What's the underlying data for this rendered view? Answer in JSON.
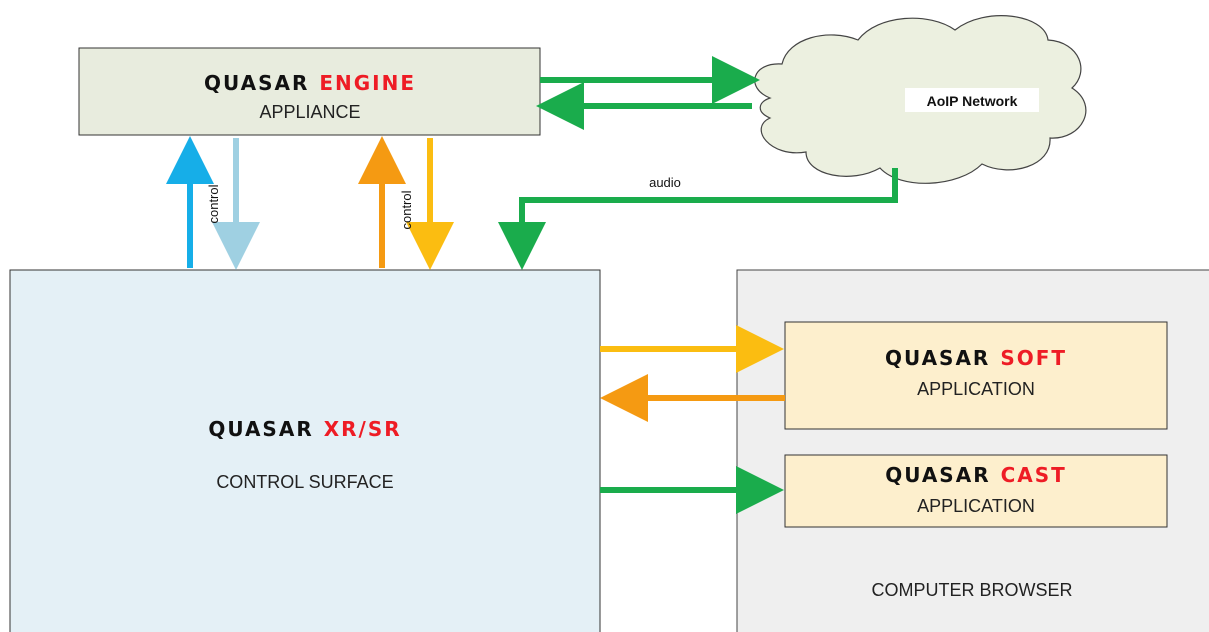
{
  "engine": {
    "brand": "QUASAR",
    "product": "ENGINE",
    "subtitle": "APPLIANCE"
  },
  "network": {
    "label": "AoIP Network"
  },
  "surface": {
    "brand": "QUASAR",
    "product_a": "XR",
    "separator": "/",
    "product_b": "SR",
    "subtitle": "CONTROL SURFACE"
  },
  "browser": {
    "label": "COMPUTER BROWSER"
  },
  "soft": {
    "brand": "QUASAR",
    "product": "SOFT",
    "subtitle": "APPLICATION"
  },
  "cast": {
    "brand": "QUASAR",
    "product": "CAST",
    "subtitle": "APPLICATION"
  },
  "edges": {
    "control_left": "control",
    "control_right": "control",
    "audio": "audio"
  },
  "colors": {
    "green": "#1aac4c",
    "blue": "#16aee8",
    "light_blue": "#9fd0e2",
    "orange": "#f59a12",
    "yellow": "#fbbd11",
    "red": "#ee1c25",
    "engine_fill": "#e8ecde",
    "surface_fill": "#e4f0f6",
    "browser_fill": "#efefef",
    "app_fill": "#fdefcd",
    "cloud_fill": "#ecf0e0"
  }
}
